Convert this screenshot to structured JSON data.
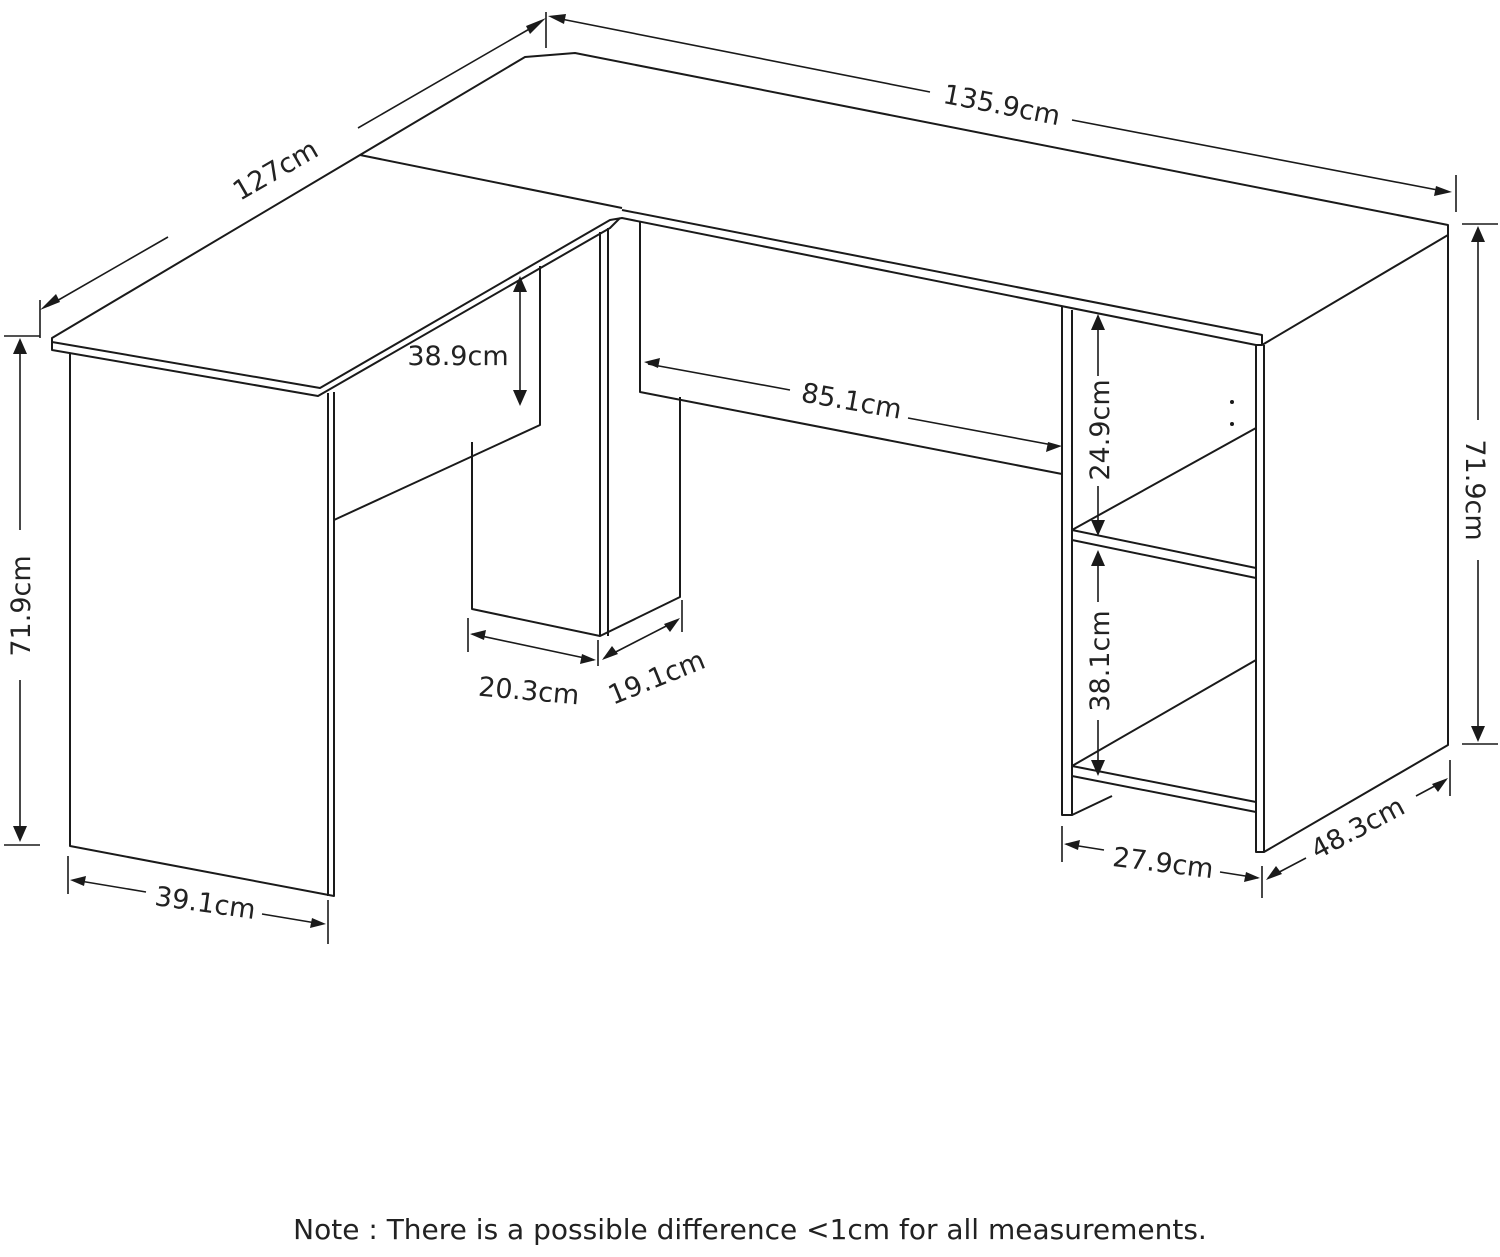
{
  "colors": {
    "line": "#1a1a1a",
    "text": "#222222",
    "background": "#ffffff"
  },
  "dimensions": {
    "left_width": "127cm",
    "back_width": "135.9cm",
    "left_height": "71.9cm",
    "right_height": "71.9cm",
    "left_return_panel": "38.9cm",
    "legroom_width": "85.1cm",
    "upper_shelf_height": "24.9cm",
    "lower_shelf_height": "38.1cm",
    "leg_width": "20.3cm",
    "leg_depth": "19.1cm",
    "left_leg_depth": "39.1cm",
    "shelf_width": "27.9cm",
    "right_depth": "48.3cm"
  },
  "note": "Note : There is a possible difference <1cm for all measurements."
}
